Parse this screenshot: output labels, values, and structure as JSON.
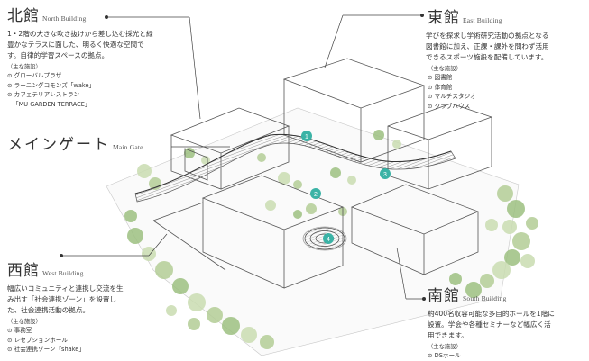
{
  "north": {
    "jp": "北館",
    "en": "North Building",
    "description": [
      "1・2階の大きな吹き抜けから差し込む採光と緑",
      "豊かなテラスに面した、明るく快適な空間で",
      "す。自律的学習スペースの拠点。"
    ],
    "facility_label": "（主な施設）",
    "facilities": [
      "⊙ グローバルプラザ",
      "⊙ ラーニングコモンズ「wake」",
      "⊙ カフェテリアレストラン",
      "「MU GARDEN TERRACE」"
    ]
  },
  "east": {
    "jp": "東館",
    "en": "East Building",
    "description": [
      "学びを探求し学術研究活動の拠点となる",
      "図書館に加え、正課・課外を問わず活用",
      "できるスポーツ施設を配備しています。"
    ],
    "facility_label": "（主な施設）",
    "facilities": [
      "⊙ 図書館",
      "⊙ 体育館",
      "⊙ マルチスタジオ",
      "⊙ クラブハウス"
    ]
  },
  "main_gate": {
    "jp": "メインゲート",
    "en": "Main Gate"
  },
  "west": {
    "jp": "西館",
    "en": "West Building",
    "description": [
      "幅広いコミュニティと連携し交流を生",
      "み出す「社会連携ゾーン」を設置し",
      "た、社会連携活動の拠点。"
    ],
    "facility_label": "（主な施設）",
    "facilities": [
      "⊙ 事務室",
      "⊙ レセプションホール",
      "⊙ 社会連携ゾーン「shake」"
    ]
  },
  "south": {
    "jp": "南館",
    "en": "South Building",
    "description": [
      "約400名収容可能な多目的ホールを1階に",
      "設置。学会や各種セミナーなど幅広く活",
      "用できます。"
    ],
    "facility_label": "（主な施設）",
    "facilities": [
      "⊙ DSホール"
    ]
  },
  "markers": [
    "1",
    "2",
    "3",
    "4"
  ],
  "colors": {
    "marker": "#3bb3a6",
    "tree_light": "#c9dcb0",
    "tree_mid": "#b3cd95",
    "tree_dark": "#9cbf80",
    "line": "#444444"
  }
}
